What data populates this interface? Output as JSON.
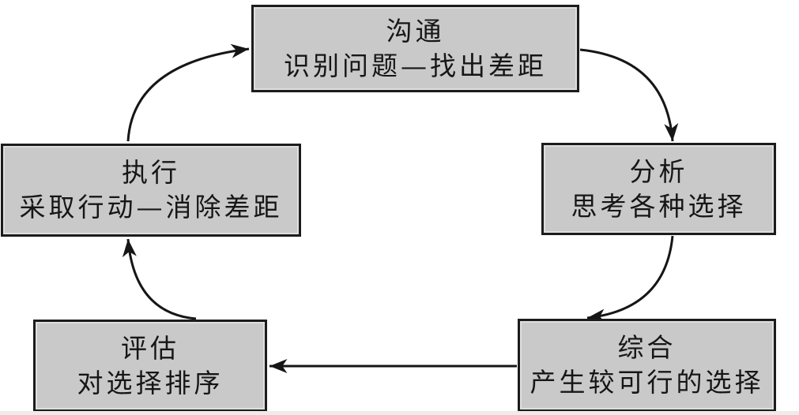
{
  "diagram": {
    "type": "cycle-flowchart",
    "colors": {
      "background": "#ffffff",
      "node_fill": "#c9c9c9",
      "node_border": "#1c1c1c",
      "arrow": "#161616",
      "text": "#161616"
    },
    "nodes": [
      {
        "id": "communication",
        "title": "沟通",
        "subtitle": "识别问题—找出差距"
      },
      {
        "id": "analysis",
        "title": "分析",
        "subtitle": "思考各种选择"
      },
      {
        "id": "synthesis",
        "title": "综合",
        "subtitle": "产生较可行的选择"
      },
      {
        "id": "evaluation",
        "title": "评估",
        "subtitle": "对选择排序"
      },
      {
        "id": "execution",
        "title": "执行",
        "subtitle": "采取行动—消除差距"
      }
    ],
    "arrows": [
      {
        "from": "execution",
        "to": "communication",
        "style": "curved"
      },
      {
        "from": "communication",
        "to": "analysis",
        "style": "curved"
      },
      {
        "from": "analysis",
        "to": "synthesis",
        "style": "curved"
      },
      {
        "from": "synthesis",
        "to": "evaluation",
        "style": "straight"
      },
      {
        "from": "evaluation",
        "to": "execution",
        "style": "curved"
      }
    ]
  }
}
